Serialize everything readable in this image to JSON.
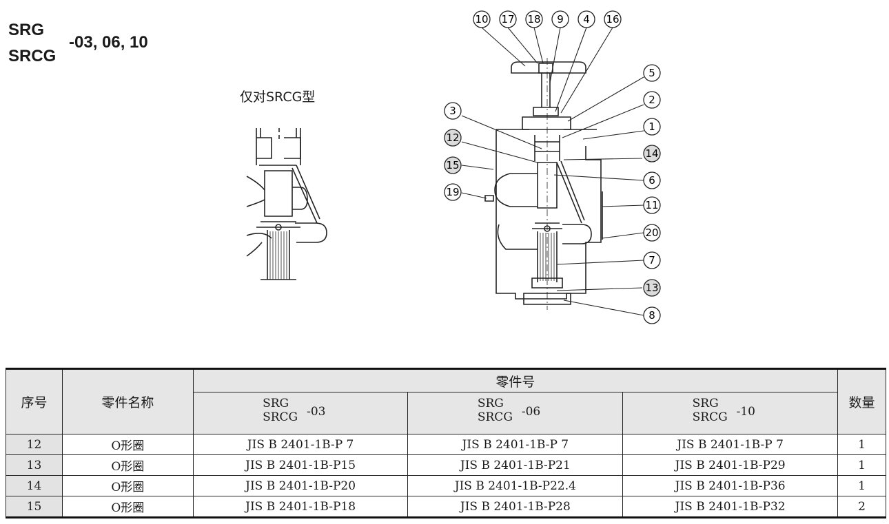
{
  "heading": {
    "model_line1": "SRG",
    "model_line2": "SRCG",
    "sizes": "-03, 06, 10"
  },
  "detail_note": "仅对SRCG型",
  "callouts": [
    "10",
    "17",
    "18",
    "9",
    "4",
    "16",
    "5",
    "2",
    "1",
    "3",
    "14",
    "12",
    "15",
    "6",
    "19",
    "11",
    "20",
    "7",
    "13",
    "8"
  ],
  "table": {
    "col_index": "序号",
    "col_name": "零件名称",
    "col_partno": "零件号",
    "col_qty": "数量",
    "models": [
      {
        "line1": "SRG",
        "line2": "SRCG",
        "suffix": "-03"
      },
      {
        "line1": "SRG",
        "line2": "SRCG",
        "suffix": "-06"
      },
      {
        "line1": "SRG",
        "line2": "SRCG",
        "suffix": "-10"
      }
    ],
    "rows": [
      {
        "no": "12",
        "name": "O形圈",
        "p03": "JIS B 2401-1B-P 7",
        "p06": "JIS B 2401-1B-P 7",
        "p10": "JIS B 2401-1B-P 7",
        "qty": "1"
      },
      {
        "no": "13",
        "name": "O形圈",
        "p03": "JIS B 2401-1B-P15",
        "p06": "JIS B 2401-1B-P21",
        "p10": "JIS B 2401-1B-P29",
        "qty": "1"
      },
      {
        "no": "14",
        "name": "O形圈",
        "p03": "JIS B 2401-1B-P20",
        "p06": "JIS B 2401-1B-P22.4",
        "p10": "JIS B 2401-1B-P36",
        "qty": "1"
      },
      {
        "no": "15",
        "name": "O形圈",
        "p03": "JIS B 2401-1B-P18",
        "p06": "JIS B 2401-1B-P28",
        "p10": "JIS B 2401-1B-P32",
        "qty": "2"
      }
    ]
  }
}
